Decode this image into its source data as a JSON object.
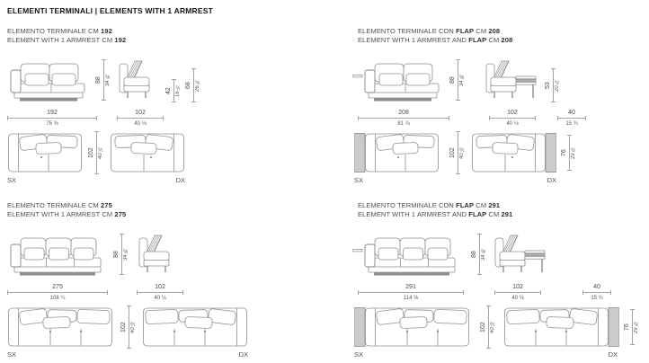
{
  "header": {
    "title": "ELEMENTI TERMINALI | ELEMENTS WITH 1 ARMREST"
  },
  "sections": [
    {
      "sub_it_pre": "ELEMENTO TERMINALE CM ",
      "sub_it_num": "192",
      "sub_en_pre": "ELEMENT WITH 1 ARMREST CM ",
      "sub_en_num": "192",
      "height_cm": "88",
      "height_in": "34 ⅝",
      "front_w_cm": "192",
      "front_w_in": "75 ⅝",
      "depth_cm": "102",
      "depth_in": "40 ⅛",
      "seat_h_cm": "42",
      "seat_h_in": "16 ½",
      "arm_h_cm": "68",
      "arm_h_in": "26 ¾",
      "plan_d_cm": "102",
      "plan_d_in": "40 ⅛",
      "label_sx": "SX",
      "label_dx": "DX"
    },
    {
      "sub_it_pre": "ELEMENTO TERMINALE CON ",
      "sub_it_flap": "FLAP",
      "sub_it_mid": " CM ",
      "sub_it_num": "208",
      "sub_en_pre": "ELEMENT WITH 1 ARMREST AND ",
      "sub_en_flap": "FLAP",
      "sub_en_mid": " CM ",
      "sub_en_num": "208",
      "height_cm": "88",
      "height_in": "34 ⅝",
      "front_w_cm": "208",
      "front_w_in": "81 ⅞",
      "depth_cm": "102",
      "depth_in": "40 ⅛",
      "flap_h_cm": "53",
      "flap_h_in": "20 ⅞",
      "flap_w_cm": "40",
      "flap_w_in": "15 ¾",
      "plan_d_cm": "102",
      "plan_d_in": "40 ⅛",
      "flap_d_cm": "76",
      "flap_d_in": "29 ⅞",
      "label_sx": "SX",
      "label_dx": "DX"
    },
    {
      "sub_it_pre": "ELEMENTO TERMINALE CM ",
      "sub_it_num": "275",
      "sub_en_pre": "ELEMENT WITH 1 ARMREST CM ",
      "sub_en_num": "275",
      "height_cm": "88",
      "height_in": "34 ⅝",
      "front_w_cm": "275",
      "front_w_in": "108 ¼",
      "depth_cm": "102",
      "depth_in": "40 ⅛",
      "plan_d_cm": "102",
      "plan_d_in": "40 ⅛",
      "label_sx": "SX",
      "label_dx": "DX"
    },
    {
      "sub_it_pre": "ELEMENTO TERMINALE CON ",
      "sub_it_flap": "FLAP",
      "sub_it_mid": " CM ",
      "sub_it_num": "291",
      "sub_en_pre": "ELEMENT WITH 1 ARMREST AND ",
      "sub_en_flap": "FLAP",
      "sub_en_mid": " CM ",
      "sub_en_num": "291",
      "height_cm": "88",
      "height_in": "34 ⅝",
      "front_w_cm": "291",
      "front_w_in": "114 ⅝",
      "depth_cm": "102",
      "depth_in": "40 ⅛",
      "flap_w_cm": "40",
      "flap_w_in": "15 ¾",
      "plan_d_cm": "102",
      "plan_d_in": "40 ⅛",
      "flap_d_cm": "76",
      "flap_d_in": "29 ⅞",
      "label_sx": "SX",
      "label_dx": "DX"
    }
  ]
}
